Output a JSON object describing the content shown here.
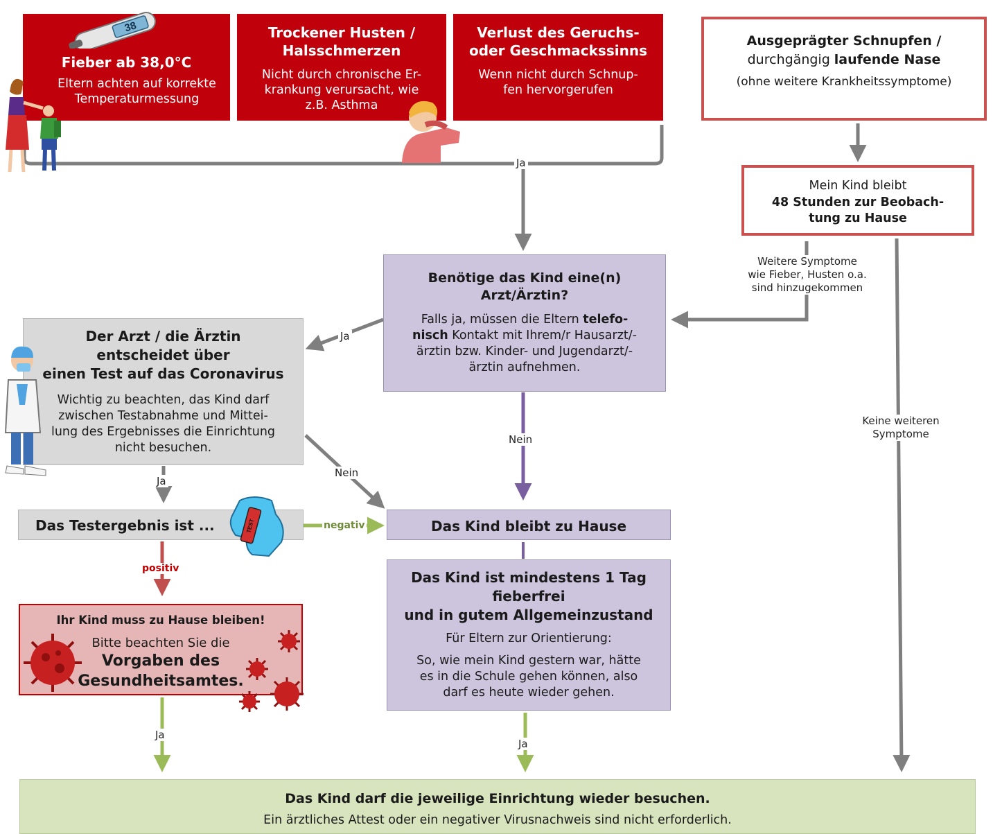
{
  "colors": {
    "red_box": "#c0000b",
    "purple_box": "#cdc4dd",
    "grey_box": "#d9d9d9",
    "pink_box": "#e6b5b5",
    "green_box": "#d7e4bd",
    "arrow_grey": "#7f7f7f",
    "arrow_purple": "#7a5fa0",
    "arrow_green": "#9bbb59",
    "arrow_red": "#c0504d"
  },
  "symptoms": {
    "fever": {
      "thermometer_value": "38",
      "title": "Fieber ab 38,0°C",
      "text": "Eltern achten auf korrekte Temperaturmessung"
    },
    "cough": {
      "title_line1": "Trockener Husten /",
      "title_line2": "Halsschmerzen",
      "text_line1": "Nicht durch chronische Er-",
      "text_line2": "krankung verursacht, wie",
      "text_line3": "z.B. Asthma"
    },
    "smell": {
      "title_line1": "Verlust des Geruchs-",
      "title_line2": "oder Geschmackssinns",
      "text_line1": "Wenn nicht durch Schnup-",
      "text_line2": "fen  hervorgerufen"
    }
  },
  "runny_nose": {
    "title_bold": "Ausgeprägter Schnupfen /",
    "line2_normal": "durchgängig ",
    "line2_bold": "laufende Nase",
    "line3": "(ohne weitere Krankheitssymptome)"
  },
  "observation": {
    "line1": "Mein Kind bleibt",
    "line2": "48 Stunden zur Beobach-",
    "line3": "tung zu Hause"
  },
  "doctor_question": {
    "title_line1": "Benötige das Kind eine(n)",
    "title_line2": "Arzt/Ärztin?",
    "text_a": "Falls ja, müssen die Eltern ",
    "text_bold1": "telefo-",
    "text_bold2": "nisch",
    "text_b": " Kontakt mit Ihrem/r Hausarzt/-",
    "text_c": "ärztin bzw. Kinder- und Jugendarzt/-",
    "text_d": "ärztin aufnehmen."
  },
  "doctor_decides": {
    "title_line1": "Der Arzt / die Ärztin",
    "title_line2": "entscheidet über",
    "title_line3": "einen Test auf das Coronavirus",
    "text_line1": "Wichtig zu beachten, das Kind darf",
    "text_line2": "zwischen Testabnahme und Mittei-",
    "text_line3": "lung des Ergebnisses die Einrichtung",
    "text_line4": "nicht besuchen."
  },
  "test_result": {
    "label": "Das Testergebnis ist ...",
    "glove_text": "TEST"
  },
  "stays_home": {
    "label": "Das Kind bleibt zu Hause"
  },
  "must_stay": {
    "title": "Ihr Kind muss zu Hause bleiben!",
    "line2": "Bitte beachten Sie die",
    "line3": "Vorgaben des",
    "line4": "Gesundheitsamtes."
  },
  "fever_free": {
    "title_line1": "Das Kind ist mindestens 1 Tag",
    "title_line2": "fieberfrei",
    "title_line3": "und in gutem Allgemeinzustand",
    "note": "Für Eltern zur Orientierung:",
    "text_line1": "So, wie mein Kind gestern war, hätte",
    "text_line2": "es in die Schule gehen können, also",
    "text_line3": "darf es heute wieder gehen."
  },
  "final": {
    "title": "Das Kind darf die jeweilige Einrichtung wieder besuchen.",
    "text": "Ein ärztliches Attest oder ein negativer Virusnachweis sind nicht erforderlich."
  },
  "labels": {
    "ja_top": "Ja",
    "ja_doctor": "Ja",
    "ja_test": "Ja",
    "ja_left_bottom": "Ja",
    "ja_mid_bottom": "Ja",
    "nein_mid": "Nein",
    "nein_diag": "Nein",
    "negativ": "negativ",
    "positiv": "positiv",
    "more_symptoms_1": "Weitere Symptome",
    "more_symptoms_2": "wie Fieber, Husten o.a.",
    "more_symptoms_3": "sind hinzugekommen",
    "no_more_1": "Keine weiteren",
    "no_more_2": "Symptome"
  }
}
